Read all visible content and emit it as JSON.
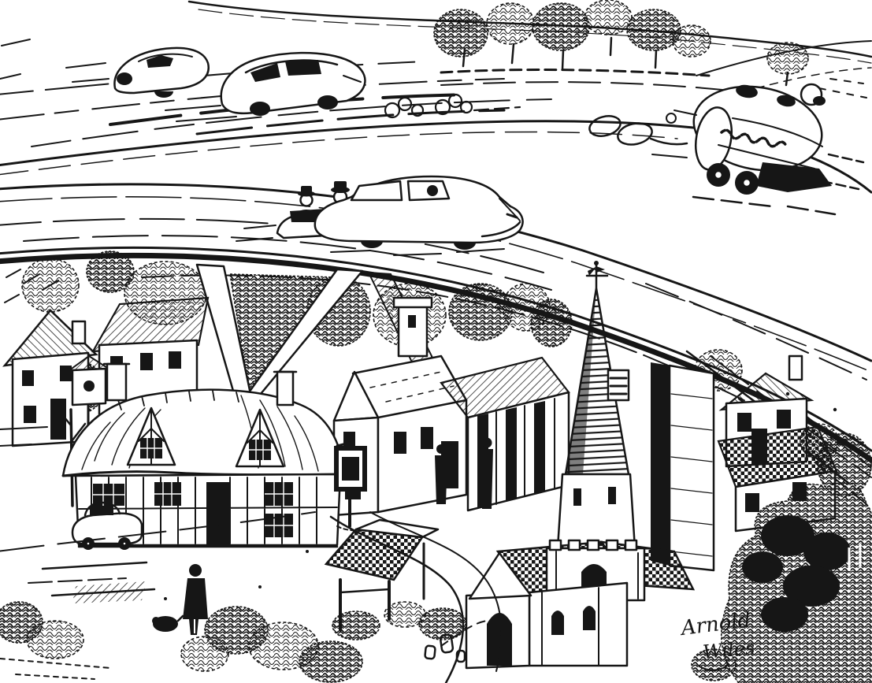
{
  "artwork": {
    "medium": "pen-and-ink cartoon illustration",
    "ink_color": "#161616",
    "paper_color": "#ffffff",
    "signature": {
      "full": "Arnold Wiles",
      "line1": "Arnold",
      "line2": "Wiles"
    },
    "scene": {
      "summary": "A quaint English village with a thatched inn, stone cottages, a lych gate and a church with tall spire, dwarfed by two sweeping elevated motorway flyovers on concrete piers; speeding cars and a tanker lorry race overhead leaving dust swirls and speed lines.",
      "tanker_lettering": "speed-blurred illegible lettering",
      "elements": [
        "upper motorway with two speeding cars",
        "tanker lorry with blurred lettering",
        "lower flyover with saloon car and two hatted passengers",
        "V-shaped concrete pier",
        "slab concrete pier",
        "thatched village inn with half-timbered dormers and hanging sign",
        "parked vintage car",
        "gabled stone cottages",
        "village church with spire, weathervane and lych gate",
        "villagers on the lane",
        "walking figure with dog",
        "trees, hedgerows and dense foliage"
      ]
    }
  }
}
